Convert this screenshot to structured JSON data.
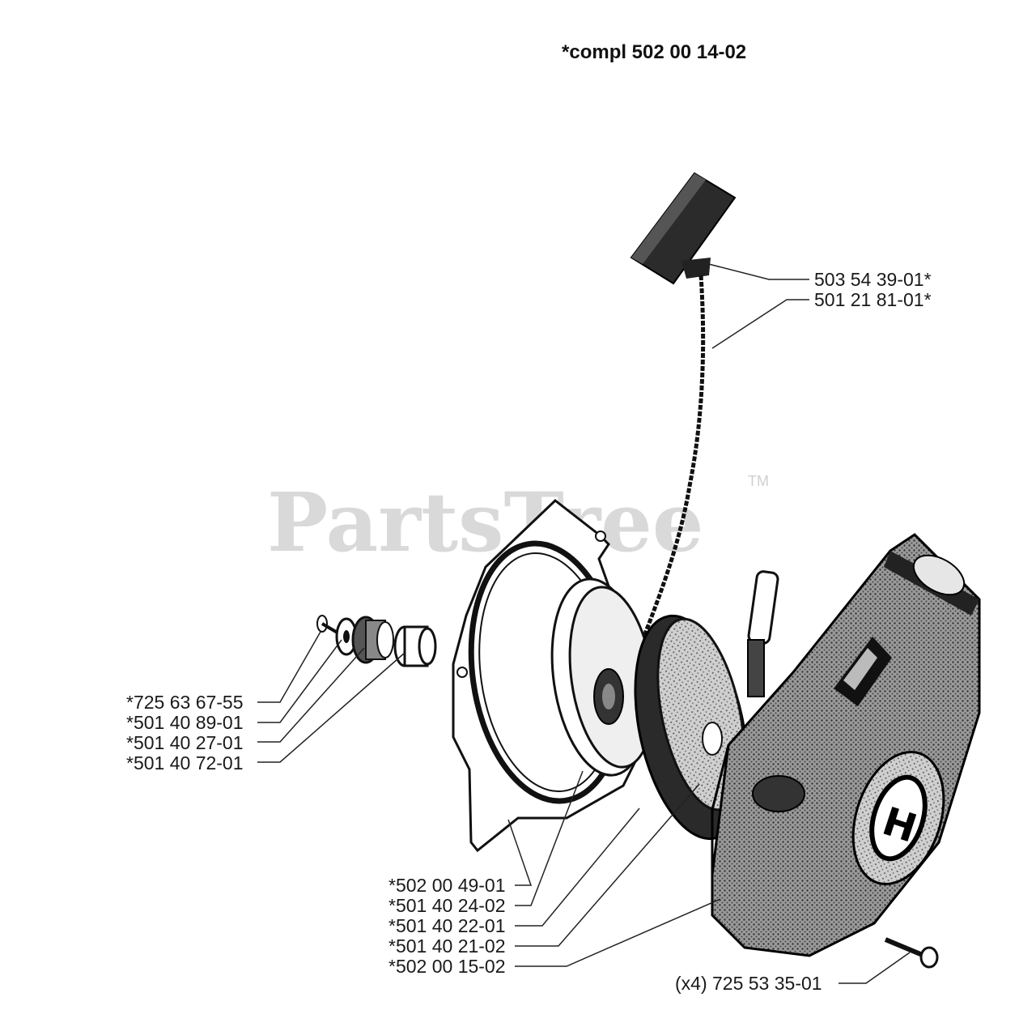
{
  "title": "*compl 502 00 14-02",
  "watermark": {
    "text": "PartsTree",
    "tm": "TM"
  },
  "labels": {
    "handle": "503 54 39-01*",
    "rope": "501 21 81-01*",
    "screw_small": "*725 63 67-55",
    "washer": "*501 40 89-01",
    "bushing": "*501 40 27-01",
    "nut": "*501 40 72-01",
    "ring": "*502 00 49-01",
    "pulley": "*501 40 24-02",
    "spring": "*501 40 22-01",
    "spring_cover": "*501 40 21-02",
    "housing": "*502 00 15-02",
    "housing_screw": "(x4) 725 53 35-01"
  }
}
